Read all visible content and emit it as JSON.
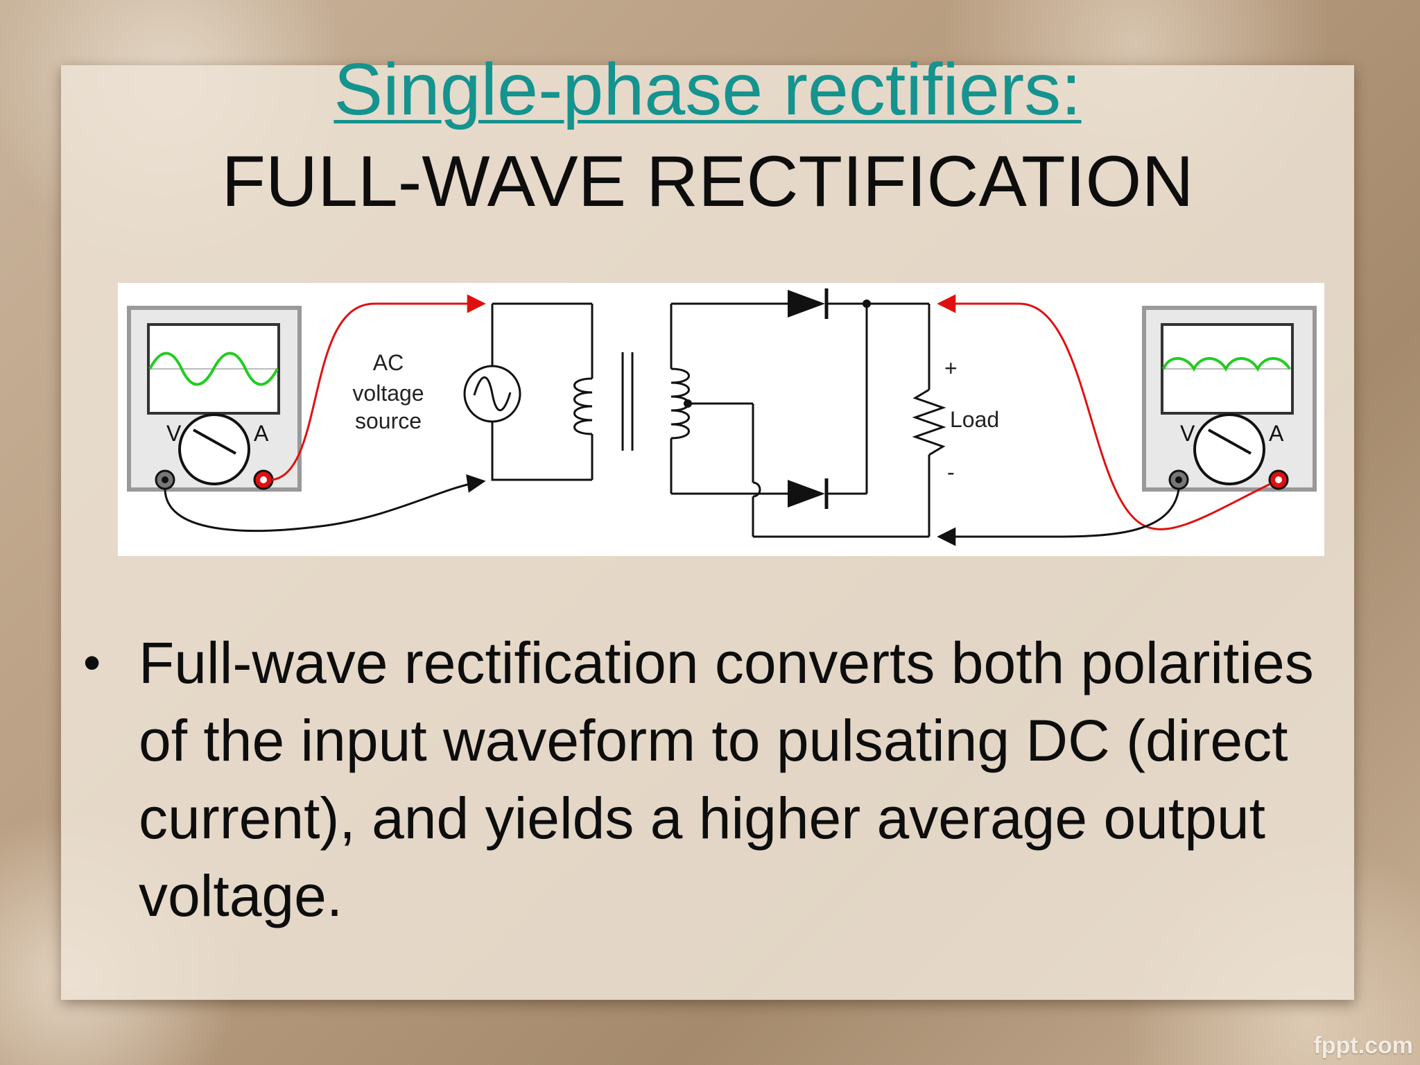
{
  "slide": {
    "title_line1": "Single-phase rectifiers:",
    "title_line2": "FULL-WAVE RECTIFICATION",
    "bullets": [
      "Full-wave rectification converts both polarities of the input waveform to pulsating DC (direct current), and yields a higher average output voltage."
    ],
    "watermark": "fppt.com"
  },
  "diagram": {
    "source_label_lines": [
      "AC",
      "voltage",
      "source"
    ],
    "load_label": "Load",
    "plus_label": "+",
    "minus_label": "-",
    "meter_left": {
      "v_label": "V",
      "a_label": "A"
    },
    "meter_right": {
      "v_label": "V",
      "a_label": "A"
    },
    "colors": {
      "trace": "#22cc22",
      "red_lead": "#e01010",
      "black_lead": "#111111",
      "title_accent": "#14938f"
    }
  }
}
